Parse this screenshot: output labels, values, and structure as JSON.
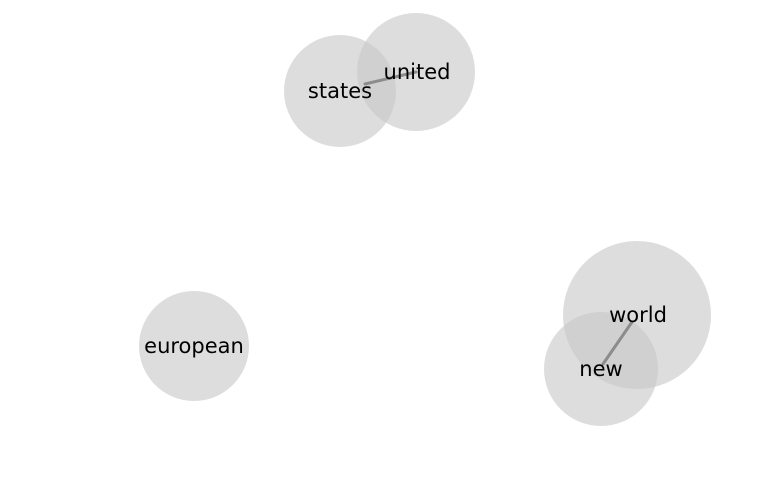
{
  "nodes": [
    {
      "id": "united",
      "label": "united"
    },
    {
      "id": "states",
      "label": "states"
    },
    {
      "id": "european",
      "label": "european"
    },
    {
      "id": "world",
      "label": "world"
    },
    {
      "id": "new",
      "label": "new"
    }
  ],
  "edges": [
    {
      "from": "united",
      "to": "states"
    },
    {
      "from": "world",
      "to": "new"
    }
  ],
  "colors": {
    "bubble": "#c8c8c8",
    "edge": "#8c8c8c",
    "text": "#000000"
  }
}
